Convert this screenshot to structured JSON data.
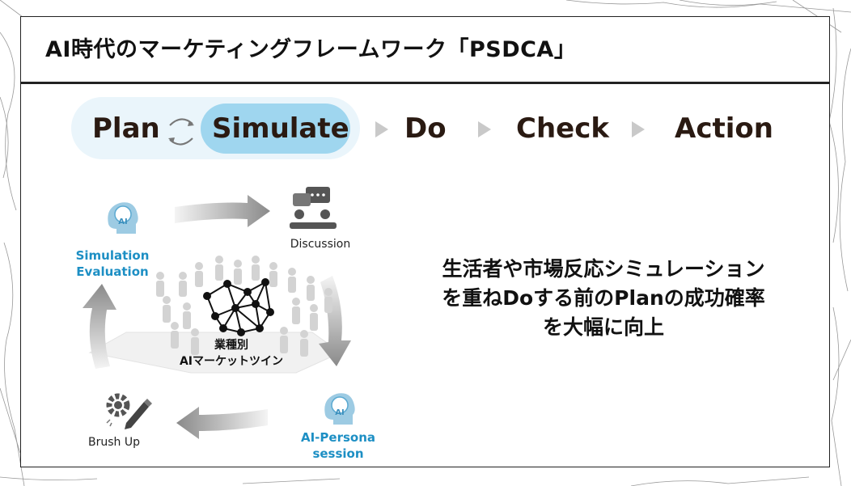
{
  "title": "AI時代のマーケティングフレームワーク「PSDCA」",
  "steps": [
    {
      "label": "Plan"
    },
    {
      "label": "Simulate"
    },
    {
      "label": "Do"
    },
    {
      "label": "Check"
    },
    {
      "label": "Action"
    }
  ],
  "cycle": {
    "nodes": {
      "discussion": "Discussion",
      "persona_line1": "AI-Persona",
      "persona_line2": "session",
      "brushup": "Brush Up",
      "simeval_line1": "Simulation",
      "simeval_line2": "Evaluation",
      "ai_badge": "AI"
    },
    "center_line1": "業種別",
    "center_line2": "AIマーケットツイン"
  },
  "message_lines": [
    "生活者や市場反応シミュレーション",
    "を重ねDoする前のPlanの成功確率",
    "を大幅に向上"
  ],
  "colors": {
    "active_pill": "#9fd6ef",
    "pill_group": "#eaf5fb",
    "accent_blue": "#1d8fc4",
    "step_text": "#2a1a12"
  }
}
